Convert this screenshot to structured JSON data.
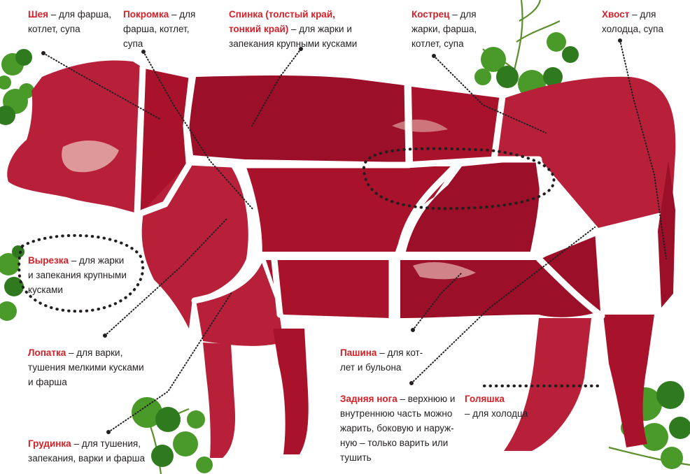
{
  "colors": {
    "name_red": "#d42027",
    "text_dark": "#231f20",
    "meat": "#a8132b",
    "parsley": "#4a9a2a"
  },
  "labels": {
    "neck": {
      "name": "Шея",
      "line1": "– для фарша,",
      "line2": "котлет, супа",
      "line3": ""
    },
    "pokromka": {
      "name": "Покромка",
      "line1": "– для",
      "line2": "фарша, котлет,",
      "line3": "супа"
    },
    "back": {
      "name1": "Спинка (толстый край,",
      "name2": "тонкий край)",
      "line1": "– для жарки и",
      "line2": "запекания крупными кусками"
    },
    "rump": {
      "name": "Кострец",
      "line1": "– для",
      "line2": "жарки, фарша,",
      "line3": "котлет, супа"
    },
    "tail": {
      "name": "Хвост",
      "line1": "– для",
      "line2": "холодца, супа"
    },
    "tenderloin": {
      "name": "Вырезка",
      "line1": "– для жарки",
      "line2": "и запекания крупными",
      "line3": "кусками"
    },
    "shoulder": {
      "name": "Лопатка",
      "line1": "– для варки,",
      "line2": "тушения мелкими кусками",
      "line3": "и фарша"
    },
    "flank": {
      "name": "Пашина",
      "line1": "– для кот-",
      "line2": "лет и бульона"
    },
    "hindleg": {
      "name": "Задняя нога",
      "line1": "– верхнюю и",
      "line2": "внутреннюю часть можно",
      "line3": "жарить, боковую и наруж-",
      "line4": "ную – только варить или",
      "line5": "тушить"
    },
    "shank": {
      "name": "Голяшка",
      "line1": "– для холодца"
    },
    "brisket": {
      "name": "Грудинка",
      "line1": "– для тушения,",
      "line2": "запекания, варки и фарша"
    }
  }
}
